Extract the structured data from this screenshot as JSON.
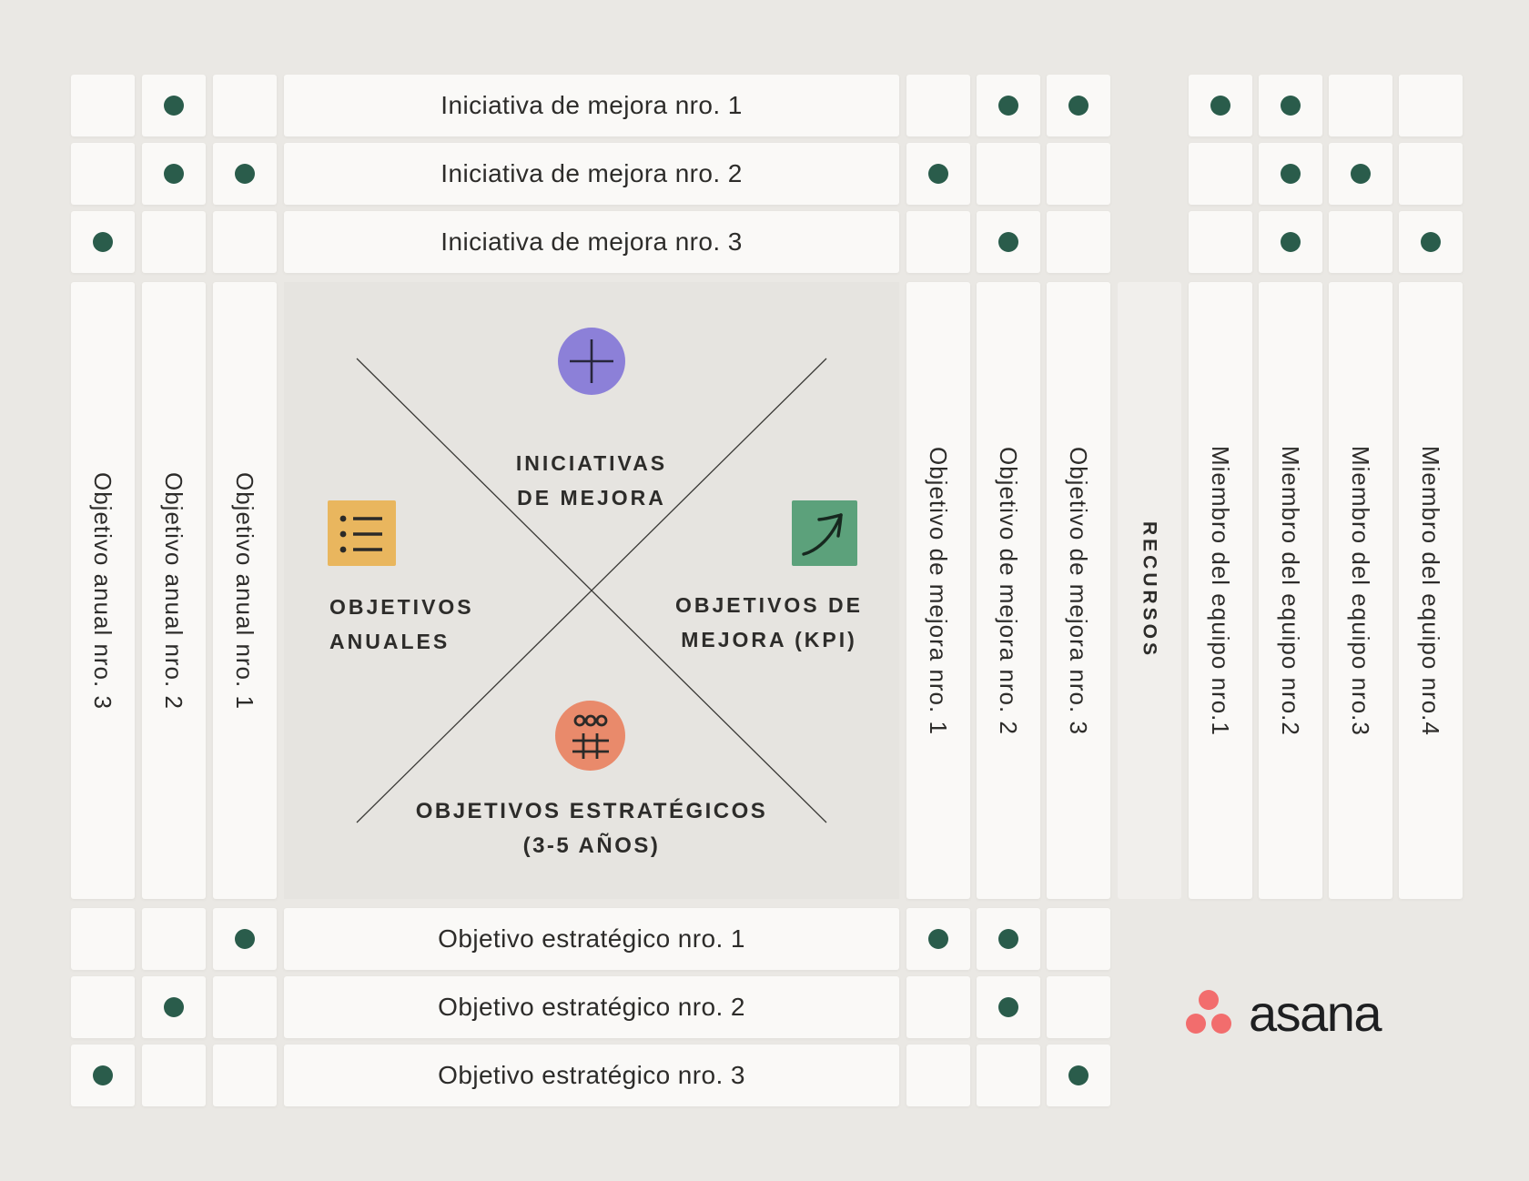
{
  "colors": {
    "background": "#eae8e4",
    "center_panel": "#e6e4e0",
    "cell": "#faf9f7",
    "relation_dot_green": "#2a5c4b",
    "text": "#2d2c2a",
    "accent_purple": "#8c80d8",
    "accent_yellow": "#e9b65e",
    "accent_green": "#5ca17b",
    "accent_orange": "#e98a6b",
    "asana_coral": "#f26d6d",
    "asana_wordmark": "#1e1f21"
  },
  "top_rows": [
    {
      "label": "Iniciativa de mejora nro. 1",
      "annual": [
        0,
        1,
        0
      ],
      "improvement": [
        0,
        1,
        1
      ],
      "members": [
        1,
        1,
        0,
        0
      ]
    },
    {
      "label": "Iniciativa de mejora nro. 2",
      "annual": [
        0,
        1,
        1
      ],
      "improvement": [
        1,
        0,
        0
      ],
      "members": [
        0,
        1,
        1,
        0
      ]
    },
    {
      "label": "Iniciativa de mejora nro. 3",
      "annual": [
        1,
        0,
        0
      ],
      "improvement": [
        0,
        1,
        0
      ],
      "members": [
        0,
        1,
        0,
        1
      ]
    }
  ],
  "bottom_rows": [
    {
      "label": "Objetivo estratégico nro. 1",
      "annual": [
        0,
        0,
        1
      ],
      "improvement": [
        1,
        1,
        0
      ]
    },
    {
      "label": "Objetivo estratégico nro. 2",
      "annual": [
        0,
        1,
        0
      ],
      "improvement": [
        0,
        1,
        0
      ]
    },
    {
      "label": "Objetivo estratégico nro. 3",
      "annual": [
        1,
        0,
        0
      ],
      "improvement": [
        0,
        0,
        1
      ]
    }
  ],
  "annual_columns": [
    "Objetivo anual nro. 3",
    "Objetivo anual nro. 2",
    "Objetivo anual nro. 1"
  ],
  "improvement_columns": [
    "Objetivo de mejora nro. 1",
    "Objetivo de mejora nro. 2",
    "Objetivo de mejora nro. 3"
  ],
  "resources_label": "RECURSOS",
  "member_columns": [
    "Miembro del equipo nro.1",
    "Miembro del equipo nro.2",
    "Miembro del equipo nro.3",
    "Miembro del equipo nro.4"
  ],
  "quadrants": {
    "top": {
      "lines": [
        "INICIATIVAS",
        "DE MEJORA"
      ],
      "icon": "plus-icon"
    },
    "left": {
      "lines": [
        "OBJETIVOS",
        "ANUALES"
      ],
      "icon": "bullet-list-icon"
    },
    "right": {
      "lines": [
        "OBJETIVOS DE",
        "MEJORA (KPI)"
      ],
      "icon": "growth-arrow-icon"
    },
    "bottom": {
      "lines": [
        "OBJETIVOS ESTRATÉGICOS",
        "(3-5 AÑOS)"
      ],
      "icon": "tally-grid-icon"
    }
  },
  "logo": {
    "wordmark": "asana"
  }
}
